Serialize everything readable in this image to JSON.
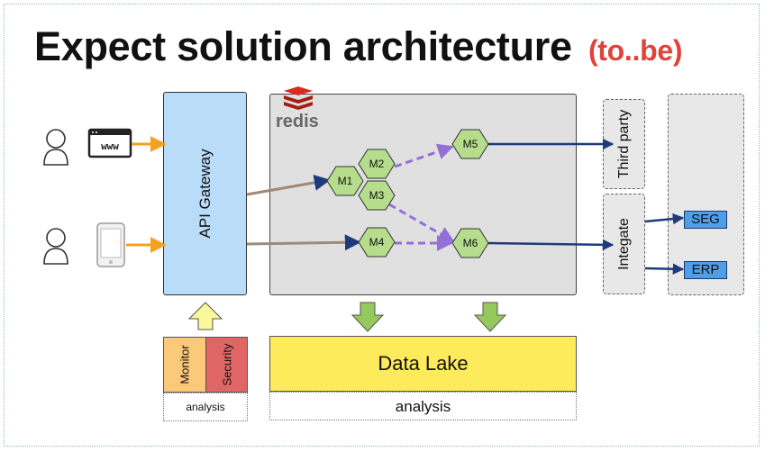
{
  "title": {
    "main": "Expect solution architecture",
    "suffix": "(to..be)"
  },
  "gateway": {
    "label": "API Gateway"
  },
  "redis": {
    "logo_text": "redis"
  },
  "modules": [
    {
      "id": "M1"
    },
    {
      "id": "M2"
    },
    {
      "id": "M3"
    },
    {
      "id": "M4"
    },
    {
      "id": "M5"
    },
    {
      "id": "M6"
    }
  ],
  "external": {
    "third_party": "Third party",
    "integrate": "Integate"
  },
  "systems": [
    {
      "label": "SEG"
    },
    {
      "label": "ERP"
    }
  ],
  "support": {
    "monitor": "Monitor",
    "security": "Security",
    "analysis": "analysis"
  },
  "datalake": {
    "label": "Data Lake",
    "analysis": "analysis"
  },
  "icons": [
    "user-icon",
    "browser-www-icon",
    "mobile-device-icon",
    "redis-logo-icon"
  ],
  "colors": {
    "gateway": "#b9dcf8",
    "module": "#b6dd8c",
    "data_lake": "#fdeb5c",
    "system": "#4f9ee8",
    "monitor": "#fcc87a",
    "security": "#e06666",
    "arrow_orange": "#f5a020",
    "arrow_brown": "#a08878",
    "arrow_purple": "#9370d8",
    "arrow_navy": "#1f3a7a"
  }
}
